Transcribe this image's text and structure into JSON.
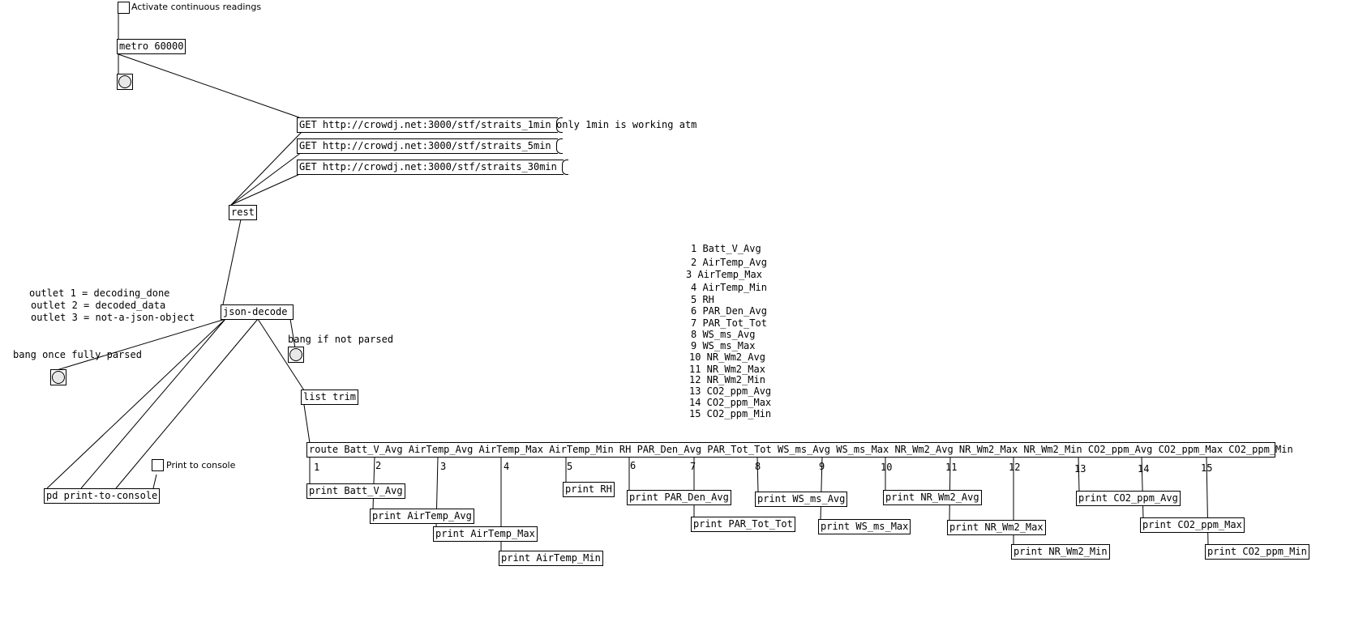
{
  "toggles": {
    "activate_label": "Activate continuous readings",
    "print_label": "Print to console"
  },
  "objects": {
    "metro": "metro 60000",
    "rest": "rest",
    "json_decode": "json-decode",
    "list_trim": "list trim",
    "pd_print": "pd print-to-console",
    "route": "route Batt_V_Avg AirTemp_Avg AirTemp_Max AirTemp_Min RH PAR_Den_Avg PAR_Tot_Tot WS_ms_Avg WS_ms_Max NR_Wm2_Avg NR_Wm2_Max NR_Wm2_Min CO2_ppm_Avg CO2_ppm_Max CO2_ppm_Min"
  },
  "messages": {
    "get_1min": "GET http://crowdj.net:3000/stf/straits_1min",
    "get_5min": "GET http://crowdj.net:3000/stf/straits_5min",
    "get_30min": "GET http://crowdj.net:3000/stf/straits_30min"
  },
  "comments": {
    "only_1min": "only 1min is working atm",
    "outlet_1": "outlet 1 = decoding_done",
    "outlet_2": "outlet 2 = decoded_data",
    "outlet_3": "outlet 3 = not-a-json-object",
    "bang_once": "bang once fully parsed",
    "bang_not_parsed": "bang if not parsed",
    "legend": [
      "1 Batt_V_Avg",
      "2 AirTemp_Avg",
      "3 AirTemp_Max",
      "4 AirTemp_Min",
      "5 RH",
      "6 PAR_Den_Avg",
      "7 PAR_Tot_Tot",
      "8 WS_ms_Avg",
      "9 WS_ms_Max",
      "10 NR_Wm2_Avg",
      "11 NR_Wm2_Max",
      "12 NR_Wm2_Min",
      "13 CO2_ppm_Avg",
      "14 CO2_ppm_Max",
      "15 CO2_ppm_Min"
    ],
    "outlet_numbers": [
      "1",
      "2",
      "3",
      "4",
      "5",
      "6",
      "7",
      "8",
      "9",
      "10",
      "11",
      "12",
      "13",
      "14",
      "15"
    ]
  },
  "prints": [
    "print Batt_V_Avg",
    "print AirTemp_Avg",
    "print AirTemp_Max",
    "print AirTemp_Min",
    "print RH",
    "print PAR_Den_Avg",
    "print PAR_Tot_Tot",
    "print WS_ms_Avg",
    "print WS_ms_Max",
    "print NR_Wm2_Avg",
    "print NR_Wm2_Max",
    "print NR_Wm2_Min",
    "print CO2_ppm_Avg",
    "print CO2_ppm_Max",
    "print CO2_ppm_Min"
  ]
}
